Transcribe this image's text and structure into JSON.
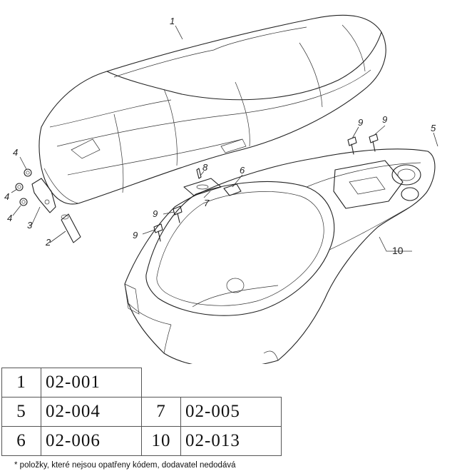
{
  "callouts": [
    "1",
    "2",
    "3",
    "4",
    "4",
    "4",
    "5",
    "6",
    "7",
    "8",
    "9",
    "9",
    "9",
    "9",
    "10"
  ],
  "parts_table": {
    "rows": [
      [
        {
          "num": "1",
          "code": "02-001"
        }
      ],
      [
        {
          "num": "5",
          "code": "02-004"
        },
        {
          "num": "7",
          "code": "02-005"
        }
      ],
      [
        {
          "num": "6",
          "code": "02-006"
        },
        {
          "num": "10",
          "code": "02-013"
        }
      ]
    ]
  },
  "footnote": "* položky, které nejsou opatřeny kódem, dodavatel nedodává"
}
